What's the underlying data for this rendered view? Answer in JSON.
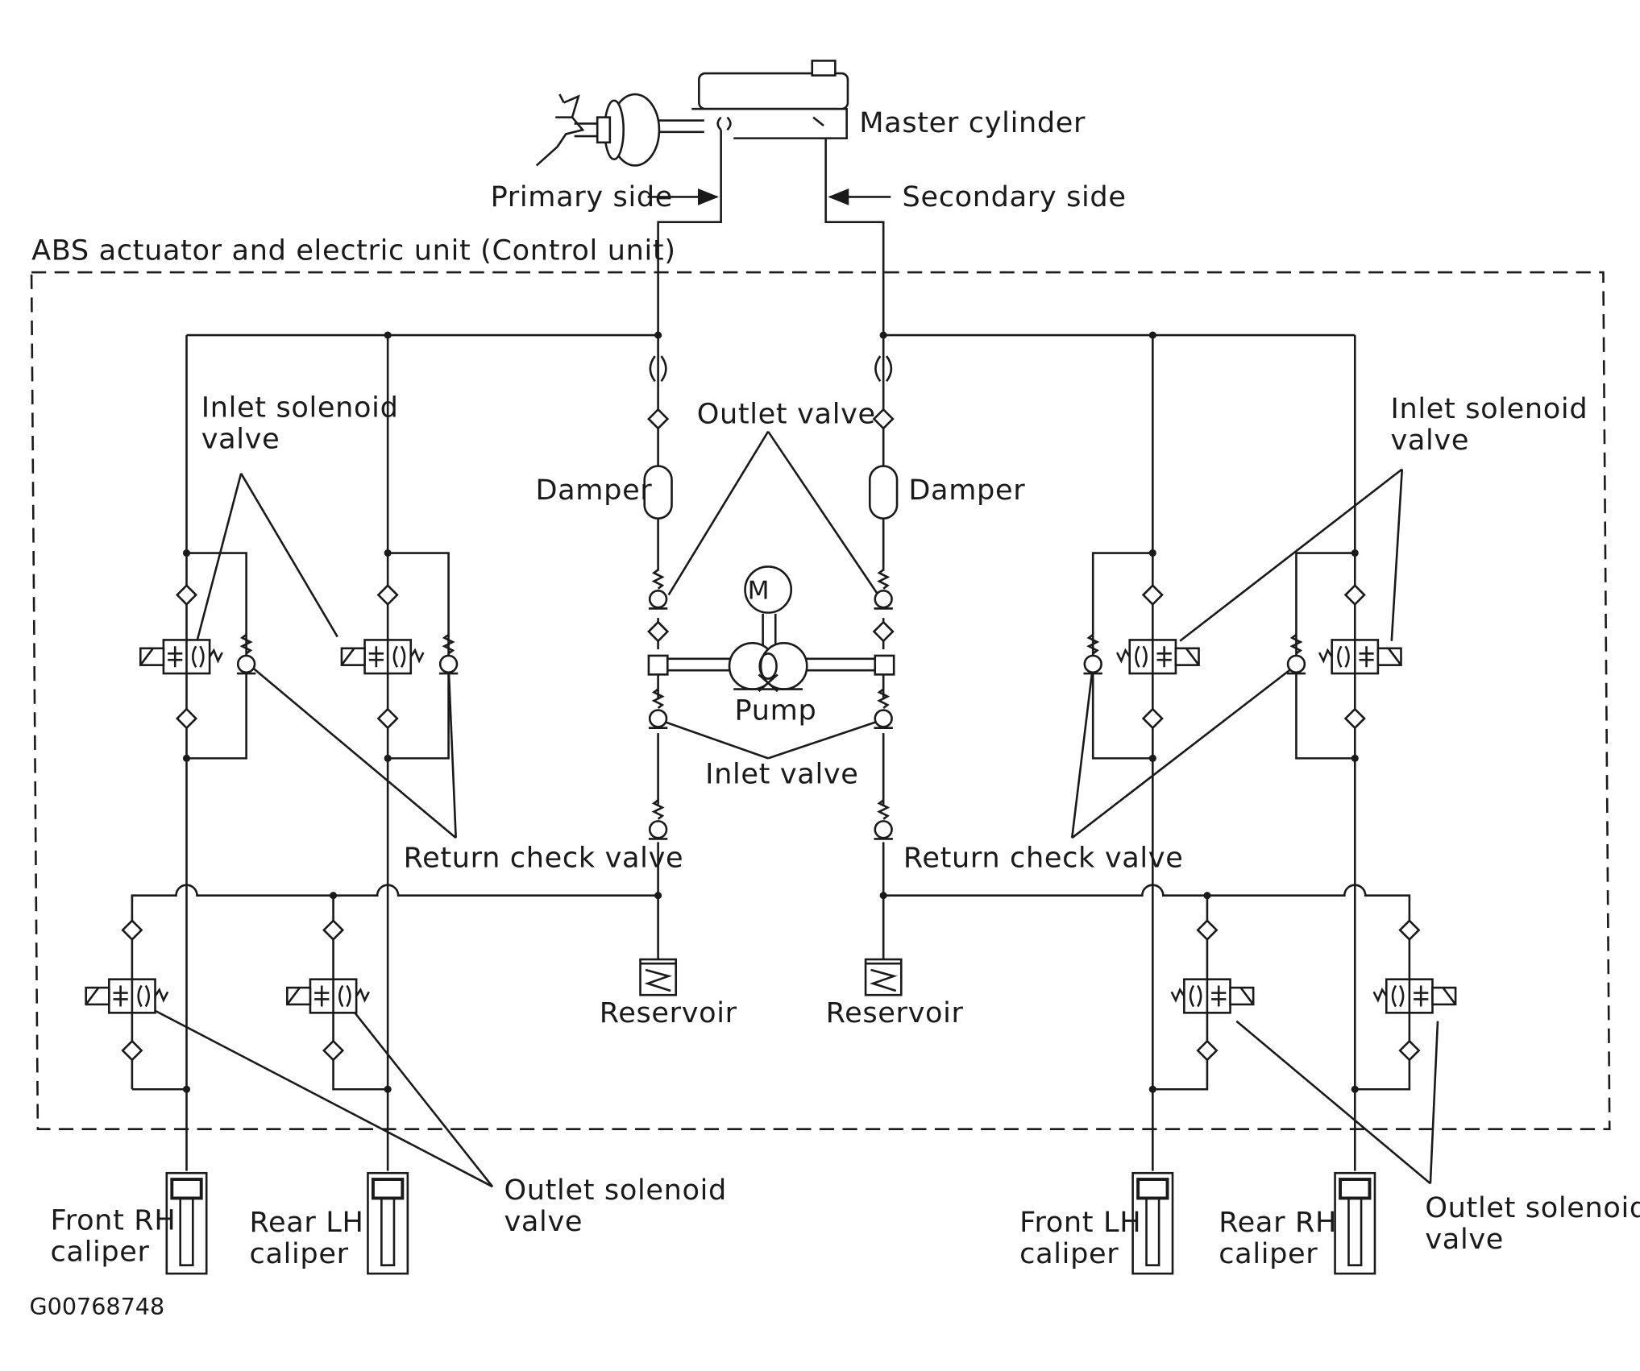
{
  "diagram_code": "G00768748",
  "unit_label": "ABS actuator and electric unit (Control unit)",
  "master_cylinder": "Master cylinder",
  "primary_side": "Primary side",
  "secondary_side": "Secondary side",
  "inlet_solenoid_left": [
    "Inlet solenoid",
    "valve"
  ],
  "inlet_solenoid_right": [
    "Inlet solenoid",
    "valve"
  ],
  "outlet_valve": "Outlet valve",
  "damper_left": "Damper",
  "damper_right": "Damper",
  "pump": "Pump",
  "motor": "M",
  "inlet_valve": "Inlet valve",
  "return_check_left": "Return check valve",
  "return_check_right": "Return check valve",
  "reservoir_left": "Reservoir",
  "reservoir_right": "Reservoir",
  "outlet_solenoid_left": [
    "Outlet solenoid",
    "valve"
  ],
  "outlet_solenoid_right": [
    "Outlet solenoid",
    "valve"
  ],
  "calipers": [
    [
      "Front RH",
      "caliper"
    ],
    [
      "Rear LH",
      "caliper"
    ],
    [
      "Front LH",
      "caliper"
    ],
    [
      "Rear RH",
      "caliper"
    ]
  ]
}
